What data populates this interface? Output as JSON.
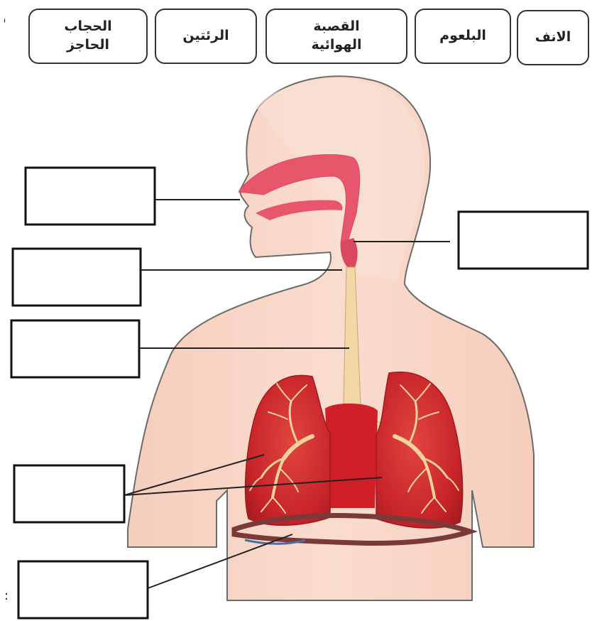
{
  "word_bank": [
    {
      "label": "الحجاب\nالحاجز"
    },
    {
      "label": "الرئتين"
    },
    {
      "label": "القصبة\nالهوائية"
    },
    {
      "label": "البلعوم"
    },
    {
      "label": "الانف"
    }
  ],
  "colors": {
    "skin": "#f7d3c4",
    "skin_dark": "#f0bca8",
    "outline": "#6b6b6b",
    "airway": "#e8566b",
    "trachea": "#f0d9a6",
    "lung": "#c9252b",
    "lung_dark": "#9e1a1e",
    "bronchi": "#f3d39a",
    "diaphragm": "#7a3a3a",
    "diaphragm_blue": "#4a6fa8"
  }
}
